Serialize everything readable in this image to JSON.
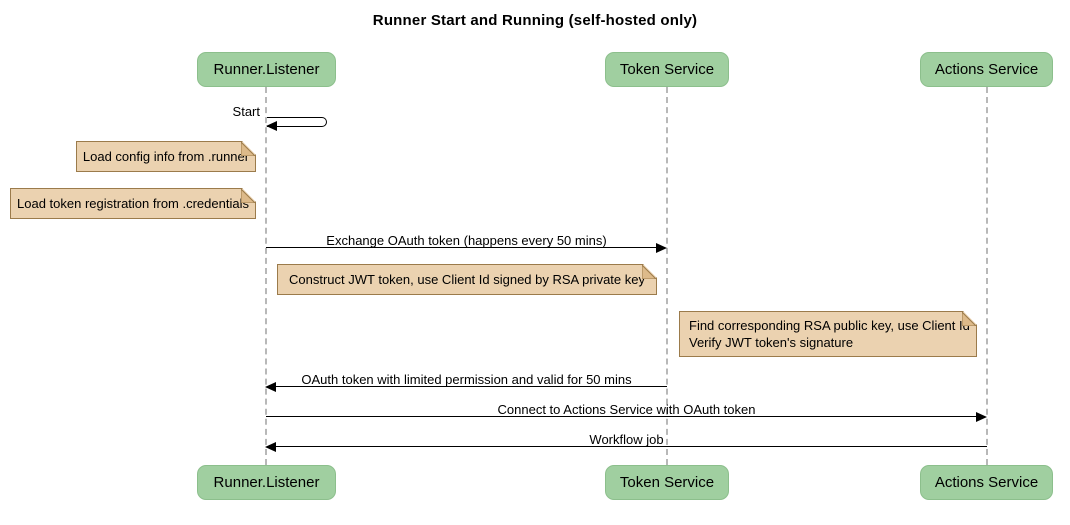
{
  "title": "Runner Start and Running (self-hosted only)",
  "participants": [
    {
      "label": "Runner.Listener"
    },
    {
      "label": "Token Service"
    },
    {
      "label": "Actions Service"
    }
  ],
  "messages": {
    "start": "Start",
    "exchange": "Exchange OAuth token (happens every 50 mins)",
    "oauth_return": "OAuth token with limited permission and valid for 50 mins",
    "connect": "Connect to Actions Service with OAuth token",
    "workflow": "Workflow job"
  },
  "notes": {
    "config": "Load config info from .runner",
    "credentials": "Load token registration from .credentials",
    "jwt": "Construct JWT token, use Client Id signed by RSA private key",
    "verify_line1": "Find corresponding RSA public key, use Client Id",
    "verify_line2": "Verify JWT token's signature"
  },
  "colors": {
    "actor_fill": "#A0CFA0",
    "actor_border": "#8CBF8C",
    "note_fill": "#EBD2B0",
    "note_border": "#9B7B4B",
    "lifeline": "#B8B8B8",
    "arrow": "#000000"
  }
}
